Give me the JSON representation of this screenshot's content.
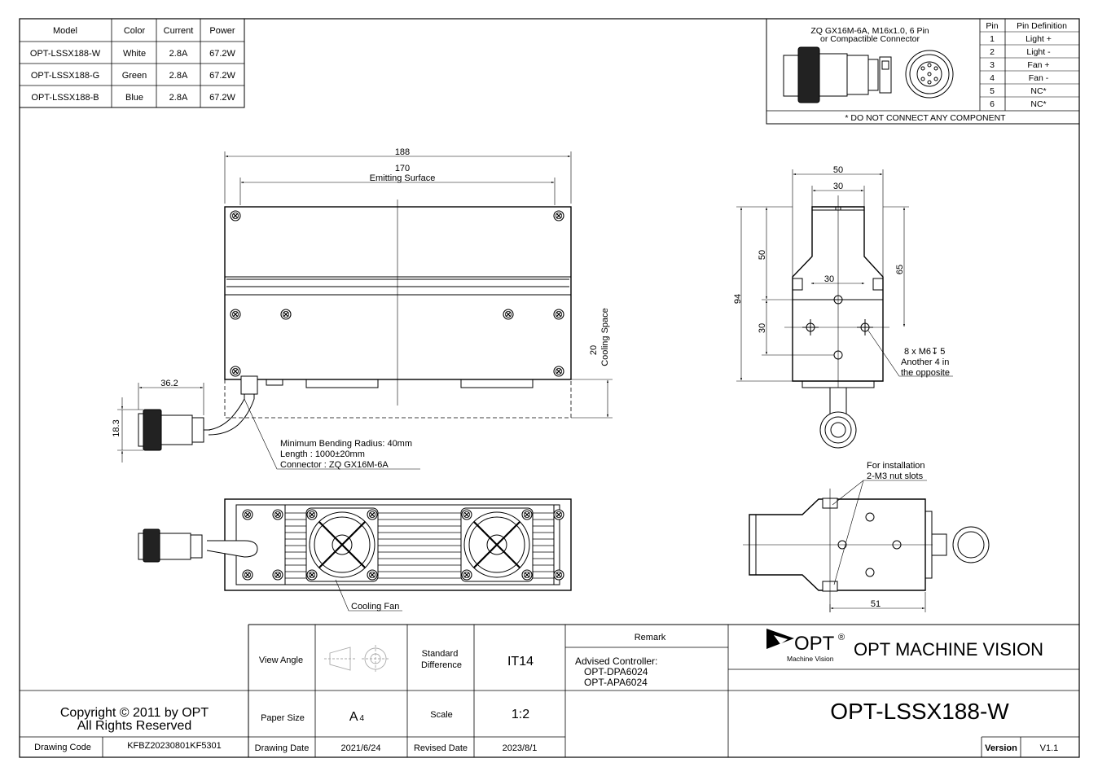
{
  "model_table": {
    "headers": [
      "Model",
      "Color",
      "Current",
      "Power"
    ],
    "rows": [
      [
        "OPT-LSSX188-W",
        "White",
        "2.8A",
        "67.2W"
      ],
      [
        "OPT-LSSX188-G",
        "Green",
        "2.8A",
        "67.2W"
      ],
      [
        "OPT-LSSX188-B",
        "Blue",
        "2.8A",
        "67.2W"
      ]
    ]
  },
  "connector_box": {
    "title_line1": "ZQ GX16M-6A, M16x1.0, 6 Pin",
    "title_line2": "or Compactible Connector",
    "pin_headers": [
      "Pin",
      "Pin Definition"
    ],
    "pins": [
      [
        "1",
        "Light +"
      ],
      [
        "2",
        "Light -"
      ],
      [
        "3",
        "Fan +"
      ],
      [
        "4",
        "Fan -"
      ],
      [
        "5",
        "NC*"
      ],
      [
        "6",
        "NC*"
      ]
    ],
    "note": "* DO NOT CONNECT ANY COMPONENT"
  },
  "front_view": {
    "dim_overall": "188",
    "dim_emitting": "170",
    "emitting_label": "Emitting Surface",
    "dim_cooling": "20",
    "cooling_label": "Cooling Space",
    "dim_connector_len": "36.2",
    "dim_connector_dia": "18.3",
    "cable_note_1": "Minimum Bending Radius: 40mm",
    "cable_note_2": "Length : 1000±20mm",
    "cable_note_3": "Connector : ZQ GX16M-6A"
  },
  "bottom_view": {
    "fan_label": "Cooling Fan"
  },
  "side_view": {
    "dim_width": "50",
    "dim_top": "30",
    "dim_inner": "30",
    "dim_height_total": "94",
    "dim_upper": "50",
    "dim_lower": "30",
    "dim_65": "65",
    "holes_note_1": "8 x M6",
    "holes_depth_symbol": "↧",
    "holes_depth_value": "5",
    "holes_note_2": "Another 4 in",
    "holes_note_3": "the opposite"
  },
  "top_side_view": {
    "install_note_1": "For installation",
    "install_note_2": "2-M3 nut slots",
    "dim_51": "51"
  },
  "title_block": {
    "view_angle_label": "View Angle",
    "standard_label_1": "Standard",
    "standard_label_2": "Difference",
    "standard_value": "IT14",
    "remark_label": "Remark",
    "advised_label": "Advised Controller:",
    "controller_1": "OPT-DPA6024",
    "controller_2": "OPT-APA6024",
    "brand_logo": "OPT",
    "brand_reg": "®",
    "brand_sub": "Machine Vision",
    "brand_name": "OPT MACHINE VISION",
    "copyright_1": "Copyright © 2011 by OPT",
    "copyright_2": "All Rights Reserved",
    "paper_size_label": "Paper Size",
    "paper_size_value": "A",
    "paper_size_sub": "4",
    "scale_label": "Scale",
    "scale_value": "1:2",
    "product_code": "OPT-LSSX188-W",
    "drawing_code_label": "Drawing Code",
    "drawing_code_value": "KFBZ20230801KF5301",
    "drawing_date_label": "Drawing Date",
    "drawing_date_value": "2021/6/24",
    "revised_date_label": "Revised Date",
    "revised_date_value": "2023/8/1",
    "version_label": "Version",
    "version_value": "V1.1"
  }
}
